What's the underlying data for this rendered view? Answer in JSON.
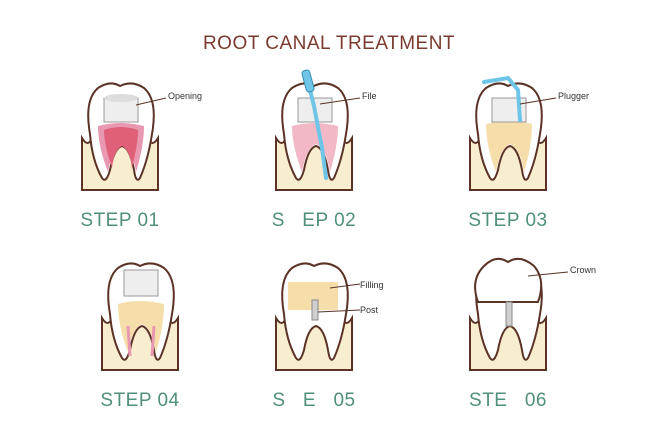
{
  "title": "ROOT CANAL TREATMENT",
  "steps": [
    {
      "label": "STEP 01",
      "callouts": [
        "Opening"
      ]
    },
    {
      "label": "S   EP 02",
      "callouts": [
        "File"
      ]
    },
    {
      "label": "STEP 03",
      "callouts": [
        "Plugger"
      ]
    },
    {
      "label": "STEP 04",
      "callouts": []
    },
    {
      "label": "S   E   05",
      "callouts": [
        "Filling",
        "Post"
      ]
    },
    {
      "label": "STE   06",
      "callouts": [
        "Crown"
      ]
    }
  ],
  "colors": {
    "title": "#7a3a2e",
    "step_label": "#4f8f7c",
    "outline": "#5a3326",
    "bone": "#f8eecf",
    "gum": "#e898b0",
    "pulp": "#e0607a",
    "tool": "#6ec5e8",
    "filling": "#f5deaa"
  }
}
